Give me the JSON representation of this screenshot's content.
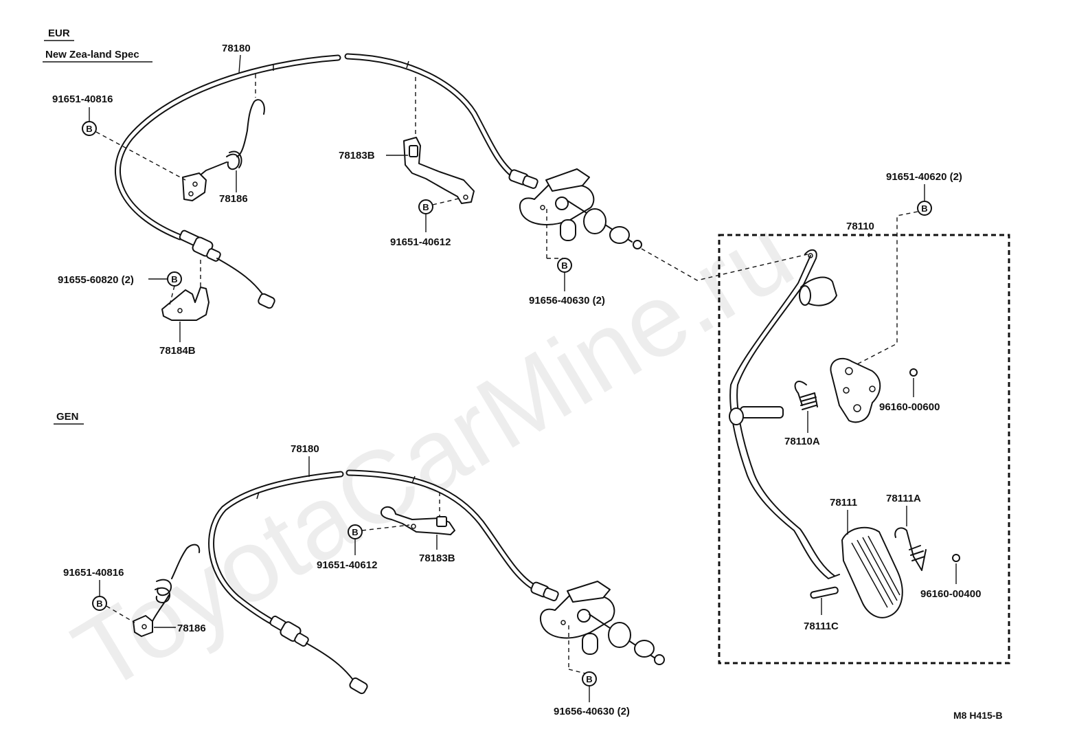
{
  "watermark": "ToyotaCarMine.ru",
  "sections": {
    "eur": "EUR",
    "nz": "New Zea-land Spec",
    "gen": "GEN"
  },
  "bolt_letter": "B",
  "labels": {
    "eur_cable": "78180",
    "eur_bolt_left": "91651-40816",
    "eur_spring": "78186",
    "eur_bracket_mid": "78183B",
    "eur_bolt_mid": "91651-40612",
    "eur_bolt_lower": "91655-60820 (2)",
    "eur_bracket_lower": "78184B",
    "eur_bolt_link": "91656-40630 (2)",
    "pedal_bolt": "91651-40620 (2)",
    "pedal_assy": "78110",
    "pedal_spring": "78110A",
    "pedal_clip_upper": "96160-00600",
    "pedal_pad": "78111",
    "pedal_pad_spring": "78111A",
    "pedal_clip_lower": "96160-00400",
    "pedal_pin": "78111C",
    "gen_cable": "78180",
    "gen_bolt_mid": "91651-40612",
    "gen_bracket_mid": "78183B",
    "gen_bolt_left": "91651-40816",
    "gen_spring": "78186",
    "gen_bolt_link": "91656-40630 (2)"
  },
  "ref_code": "M8 H415-B"
}
